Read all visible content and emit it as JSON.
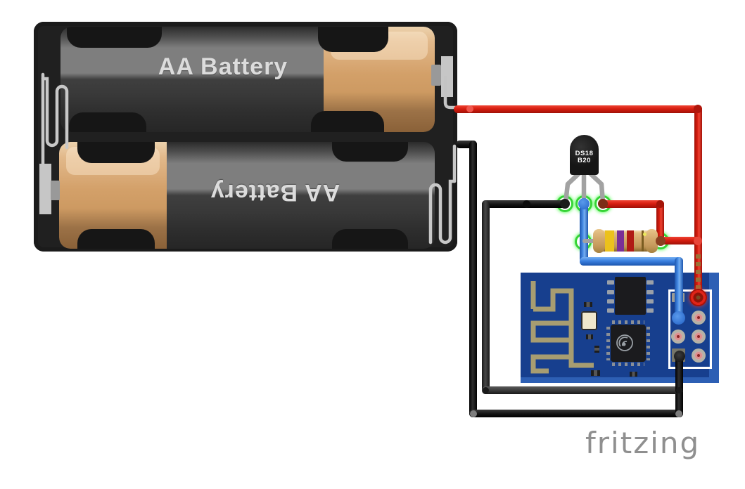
{
  "battery_holder": {
    "name": "2x AA battery holder",
    "top_battery_label": "AA Battery",
    "bottom_battery_label": "AA Battery"
  },
  "sensor": {
    "name": "DS18B20 temperature sensor",
    "label_line1": "DS18",
    "label_line2": "B20"
  },
  "resistor": {
    "band_styles": [
      "background:#ecc11c",
      "background:#7a2f96",
      "background:#b01b15",
      "background:#7a5c20"
    ],
    "band_names": [
      "yellow",
      "violet",
      "red",
      "gold"
    ]
  },
  "esp_module": {
    "name": "ESP8266 ESP-01 WiFi module"
  },
  "wires": {
    "red": "#d71e10",
    "black": "#131313",
    "dark_gray": "#3c3c3c",
    "blue": "#3a80e0"
  },
  "colors": {
    "pcb_blue": "#173f8e",
    "pcb_edge": "#2d5fb4",
    "antenna_trace": "#a79d71",
    "connection_green": "#35d435",
    "battery_tan": "#d3a069",
    "holder_black": "#202020"
  },
  "watermark": {
    "label": "fritzing"
  }
}
